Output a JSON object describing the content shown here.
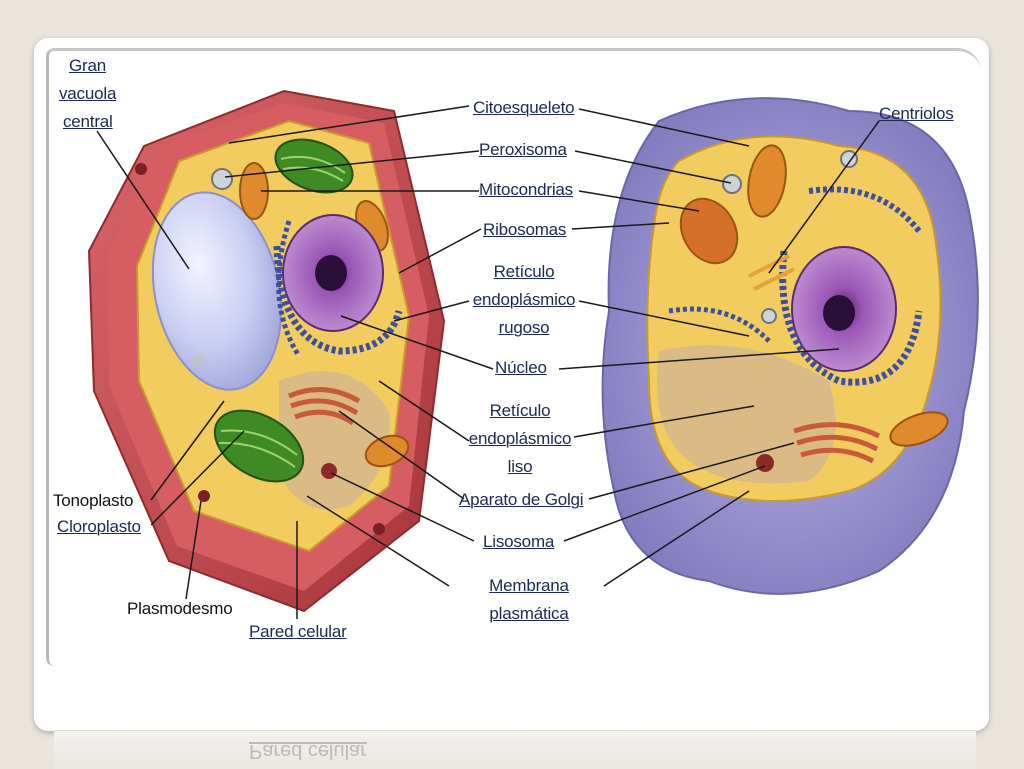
{
  "labels": {
    "gran_vacuola_central": "Gran vacuola central",
    "gran_vacuola_l1": "Gran",
    "gran_vacuola_l2": "vacuola",
    "gran_vacuola_l3": "central",
    "tonoplasto": "Tonoplasto",
    "cloroplasto": "Cloroplasto",
    "plasmodesmo": "Plasmodesmo",
    "pared_celular": "Pared celular",
    "citoesqueleto": "Citoesqueleto",
    "peroxisoma": "Peroxisoma",
    "mitocondrias": "Mitocondrias",
    "ribosomas": "Ribosomas",
    "reticulo_rugoso_l1": "Retículo",
    "reticulo_rugoso_l2": "endoplásmico",
    "reticulo_rugoso_l3": "rugoso",
    "nucleo": "Núcleo",
    "reticulo_liso_l1": "Retículo",
    "reticulo_liso_l2": "endoplásmico",
    "reticulo_liso_l3": "liso",
    "aparato_golgi": "Aparato de Golgi",
    "lisosoma": "Lisosoma",
    "membrana_l1": "Membrana",
    "membrana_l2": "plasmática",
    "centriolos": "Centriolos"
  },
  "reflection_text": "Pared celular",
  "colors": {
    "cell_wall": "#c8474d",
    "cytoplasm": "#f3cc5f",
    "vacuole": "#c9cdf2",
    "nucleus": "#9a56b6",
    "chloroplast": "#3f8a24",
    "animal_membrane": "#8c86c8",
    "label_text": "#1b2a55"
  }
}
